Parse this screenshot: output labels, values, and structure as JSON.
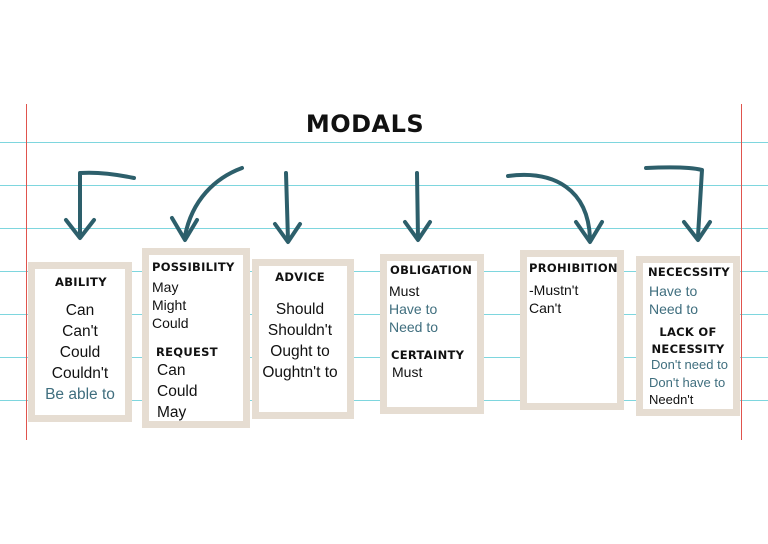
{
  "title": "MODALS",
  "colors": {
    "lines": "#7ed6de",
    "margin": "#e0544d",
    "arrow": "#2d5f6b",
    "frame": "#e6ddd2",
    "accent_text": "#3f6e7e"
  },
  "ability": {
    "heading": "ABILITY",
    "items": [
      "Can",
      "Can't",
      "Could",
      "Couldn't",
      "Be able to"
    ]
  },
  "possibility": {
    "heading": "POSSIBILITY",
    "items": [
      "May",
      "Might",
      "Could"
    ]
  },
  "request": {
    "heading": "REQUEST",
    "items": [
      "Can",
      "Could",
      "May"
    ]
  },
  "advice": {
    "heading": "ADVICE",
    "items": [
      "Should",
      "Shouldn't",
      "Ought to",
      "Oughtn't to"
    ]
  },
  "obligation": {
    "heading": "OBLIGATION",
    "items": [
      "Must",
      "Have to",
      "Need to"
    ]
  },
  "certainty": {
    "heading": "CERTAINTY",
    "items": [
      "Must"
    ]
  },
  "prohibition": {
    "heading": "PROHIBITION",
    "items": [
      "-Mustn't",
      "Can't"
    ]
  },
  "necessity": {
    "heading": "NECECSSITY",
    "items": [
      "Have to",
      "Need to"
    ]
  },
  "lack_of_necessity": {
    "heading_line1": "LACK OF",
    "heading_line2": "NECESSITY",
    "items": [
      "Don't need to",
      "Don't have to",
      "Needn't"
    ]
  }
}
